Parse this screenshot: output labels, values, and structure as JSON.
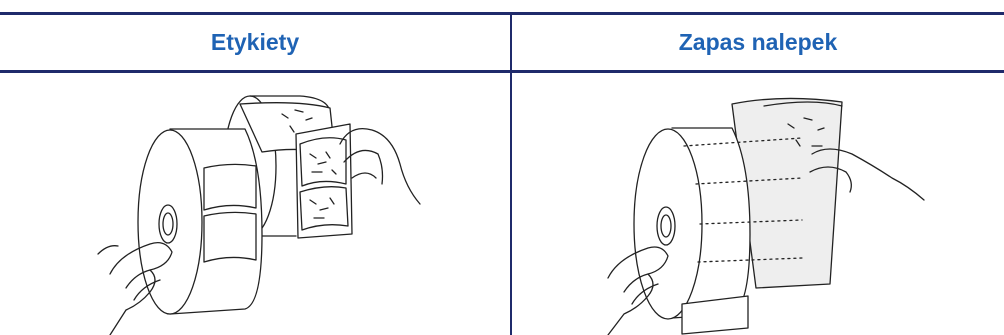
{
  "table": {
    "columns": [
      {
        "header": "Etykiety",
        "illustration": "label-roll-illustration"
      },
      {
        "header": "Zapas nalepek",
        "illustration": "tag-stock-roll-illustration"
      }
    ]
  },
  "colors": {
    "rule": "#1f2a6b",
    "header_text": "#1f63b4"
  }
}
